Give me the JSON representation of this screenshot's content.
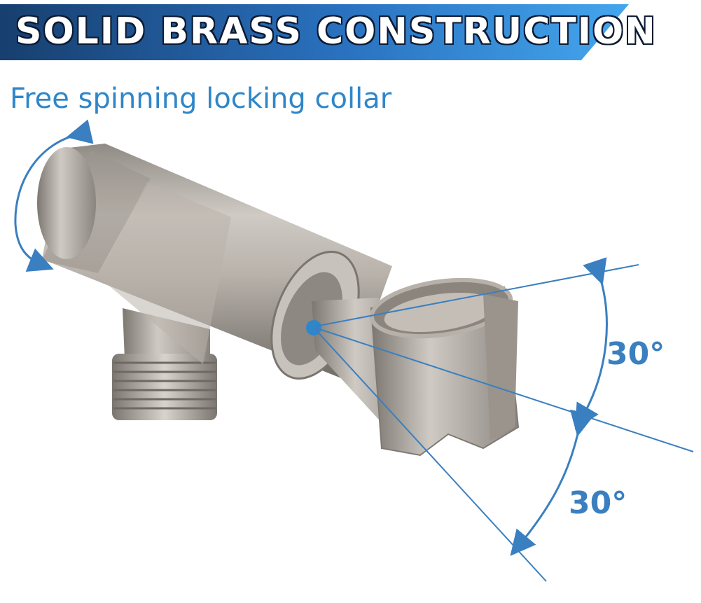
{
  "banner": {
    "title": "SOLID BRASS CONSTRUCTION",
    "color_start": "#1b4f8a",
    "color_end": "#3fa0e8"
  },
  "subtitle": "Free spinning locking collar",
  "angles": {
    "upper": "30°",
    "lower": "30°"
  },
  "colors": {
    "accent_blue": "#2f86c9",
    "metal": "#a9a39c"
  },
  "icons": {
    "rotate_arrow": "rotate-arrow-icon",
    "pivot_dot": "pivot-dot-icon"
  }
}
